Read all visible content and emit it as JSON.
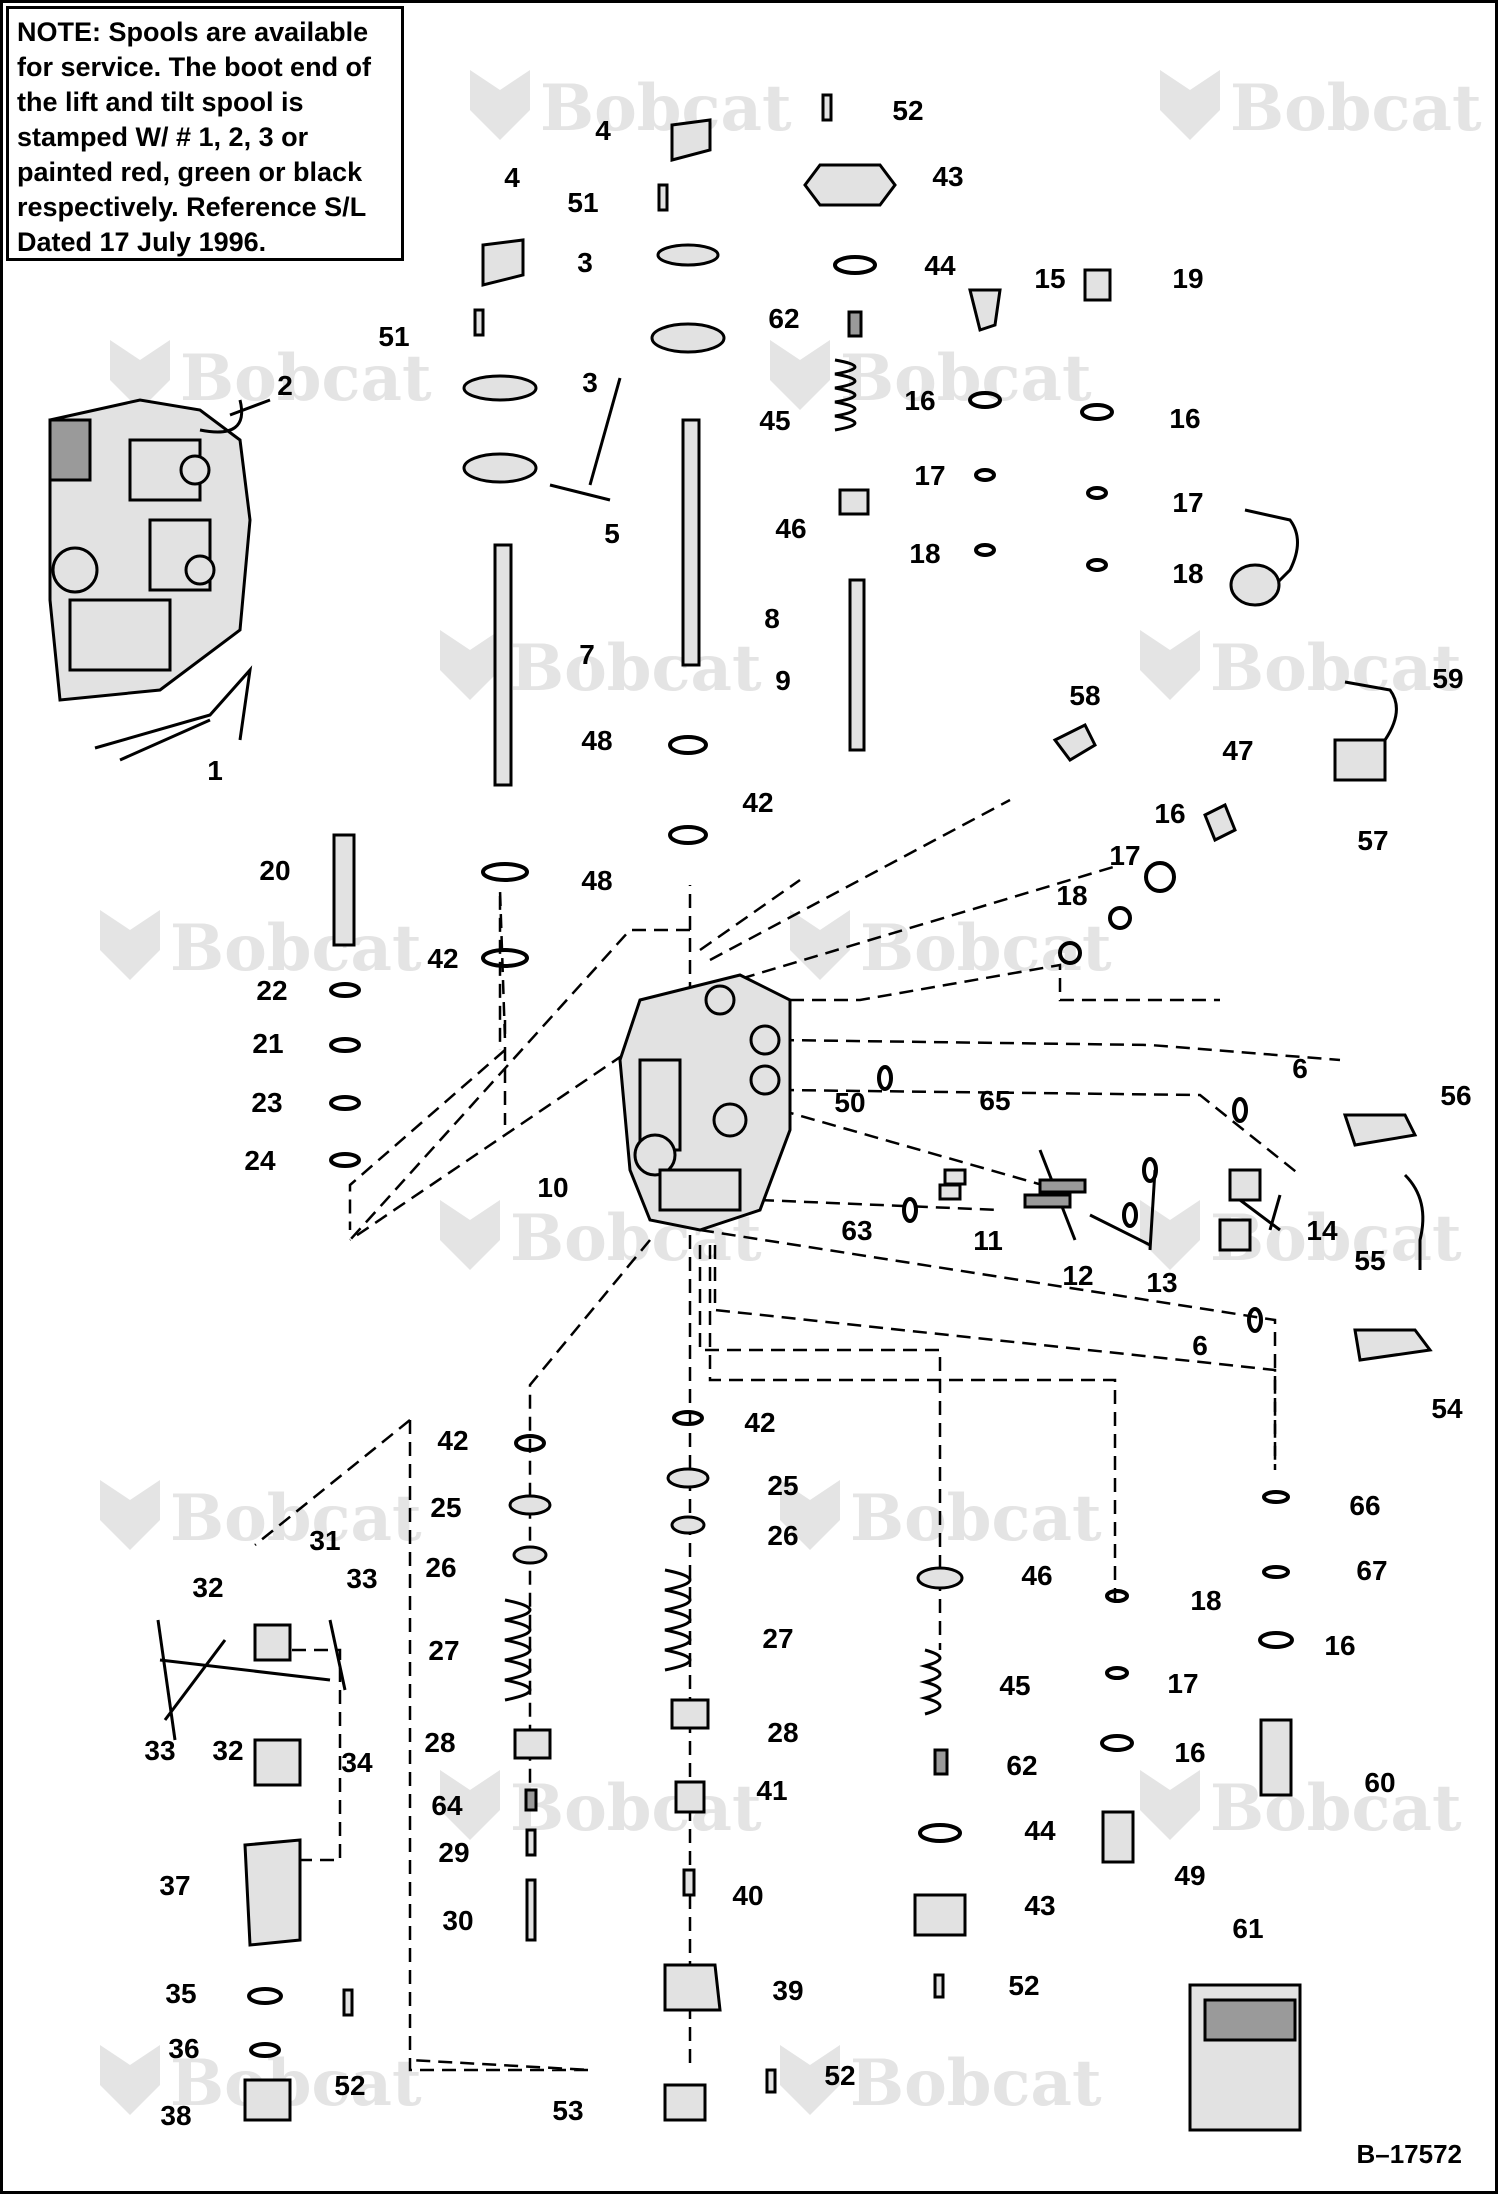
{
  "note": {
    "heading": "NOTE:",
    "text": "Spools are available for service. The boot end of the lift and tilt spool is stamped W/ # 1, 2, 3 or painted red, green or black respectively. Reference S/L Dated 17 July 1996."
  },
  "watermark": "Bobcat",
  "figure_code": "B–17572",
  "callouts": [
    {
      "n": "1"
    },
    {
      "n": "2"
    },
    {
      "n": "3"
    },
    {
      "n": "3"
    },
    {
      "n": "4"
    },
    {
      "n": "4"
    },
    {
      "n": "5"
    },
    {
      "n": "6"
    },
    {
      "n": "6"
    },
    {
      "n": "7"
    },
    {
      "n": "8"
    },
    {
      "n": "9"
    },
    {
      "n": "10"
    },
    {
      "n": "11"
    },
    {
      "n": "12"
    },
    {
      "n": "13"
    },
    {
      "n": "14"
    },
    {
      "n": "15"
    },
    {
      "n": "16"
    },
    {
      "n": "16"
    },
    {
      "n": "16"
    },
    {
      "n": "16"
    },
    {
      "n": "16"
    },
    {
      "n": "17"
    },
    {
      "n": "17"
    },
    {
      "n": "17"
    },
    {
      "n": "17"
    },
    {
      "n": "18"
    },
    {
      "n": "18"
    },
    {
      "n": "18"
    },
    {
      "n": "18"
    },
    {
      "n": "19"
    },
    {
      "n": "20"
    },
    {
      "n": "21"
    },
    {
      "n": "22"
    },
    {
      "n": "23"
    },
    {
      "n": "24"
    },
    {
      "n": "25"
    },
    {
      "n": "25"
    },
    {
      "n": "26"
    },
    {
      "n": "26"
    },
    {
      "n": "27"
    },
    {
      "n": "27"
    },
    {
      "n": "28"
    },
    {
      "n": "28"
    },
    {
      "n": "29"
    },
    {
      "n": "30"
    },
    {
      "n": "31"
    },
    {
      "n": "32"
    },
    {
      "n": "32"
    },
    {
      "n": "33"
    },
    {
      "n": "33"
    },
    {
      "n": "34"
    },
    {
      "n": "35"
    },
    {
      "n": "36"
    },
    {
      "n": "37"
    },
    {
      "n": "38"
    },
    {
      "n": "39"
    },
    {
      "n": "40"
    },
    {
      "n": "41"
    },
    {
      "n": "42"
    },
    {
      "n": "42"
    },
    {
      "n": "42"
    },
    {
      "n": "43"
    },
    {
      "n": "43"
    },
    {
      "n": "44"
    },
    {
      "n": "44"
    },
    {
      "n": "45"
    },
    {
      "n": "45"
    },
    {
      "n": "46"
    },
    {
      "n": "46"
    },
    {
      "n": "47"
    },
    {
      "n": "48"
    },
    {
      "n": "48"
    },
    {
      "n": "49"
    },
    {
      "n": "50"
    },
    {
      "n": "51"
    },
    {
      "n": "51"
    },
    {
      "n": "52"
    },
    {
      "n": "52"
    },
    {
      "n": "52"
    },
    {
      "n": "52"
    },
    {
      "n": "53"
    },
    {
      "n": "54"
    },
    {
      "n": "55"
    },
    {
      "n": "56"
    },
    {
      "n": "57"
    },
    {
      "n": "58"
    },
    {
      "n": "59"
    },
    {
      "n": "60"
    },
    {
      "n": "61"
    },
    {
      "n": "62"
    },
    {
      "n": "62"
    },
    {
      "n": "63"
    },
    {
      "n": "64"
    },
    {
      "n": "65"
    },
    {
      "n": "66"
    },
    {
      "n": "67"
    },
    {
      "n": "42"
    }
  ]
}
